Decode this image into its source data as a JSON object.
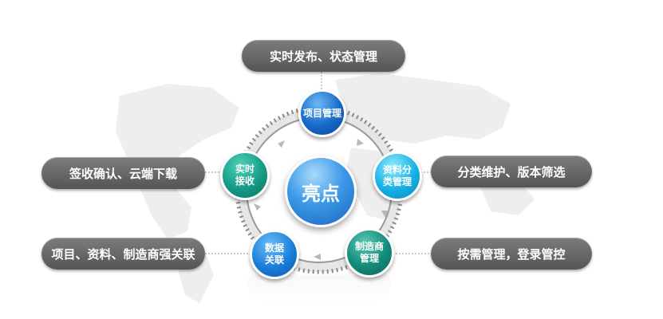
{
  "center": {
    "label": "亮点"
  },
  "nodes": {
    "top": "项目管理",
    "right": "资料分\n类管理",
    "bottom_right": "制造商\n管理",
    "bottom_left": "数据\n关联",
    "left": "实时\n接收"
  },
  "pills": {
    "top": "实时发布、状态管理",
    "mid_left": "签收确认、云端下载",
    "bottom_left": "项目、资料、制造商强关联",
    "mid_right": "分类维护、版本筛选",
    "bottom_right": "按需管理，登录管控"
  },
  "colors": {
    "pill": "#666666",
    "ring": "#8a8a8a",
    "node_top": "#1769c9",
    "node_right": "#16b1e4",
    "node_bottom_right": "#138a7a",
    "node_bottom_left": "#1a7ed8",
    "node_left": "#149a86",
    "center": "#3d9ae8"
  }
}
